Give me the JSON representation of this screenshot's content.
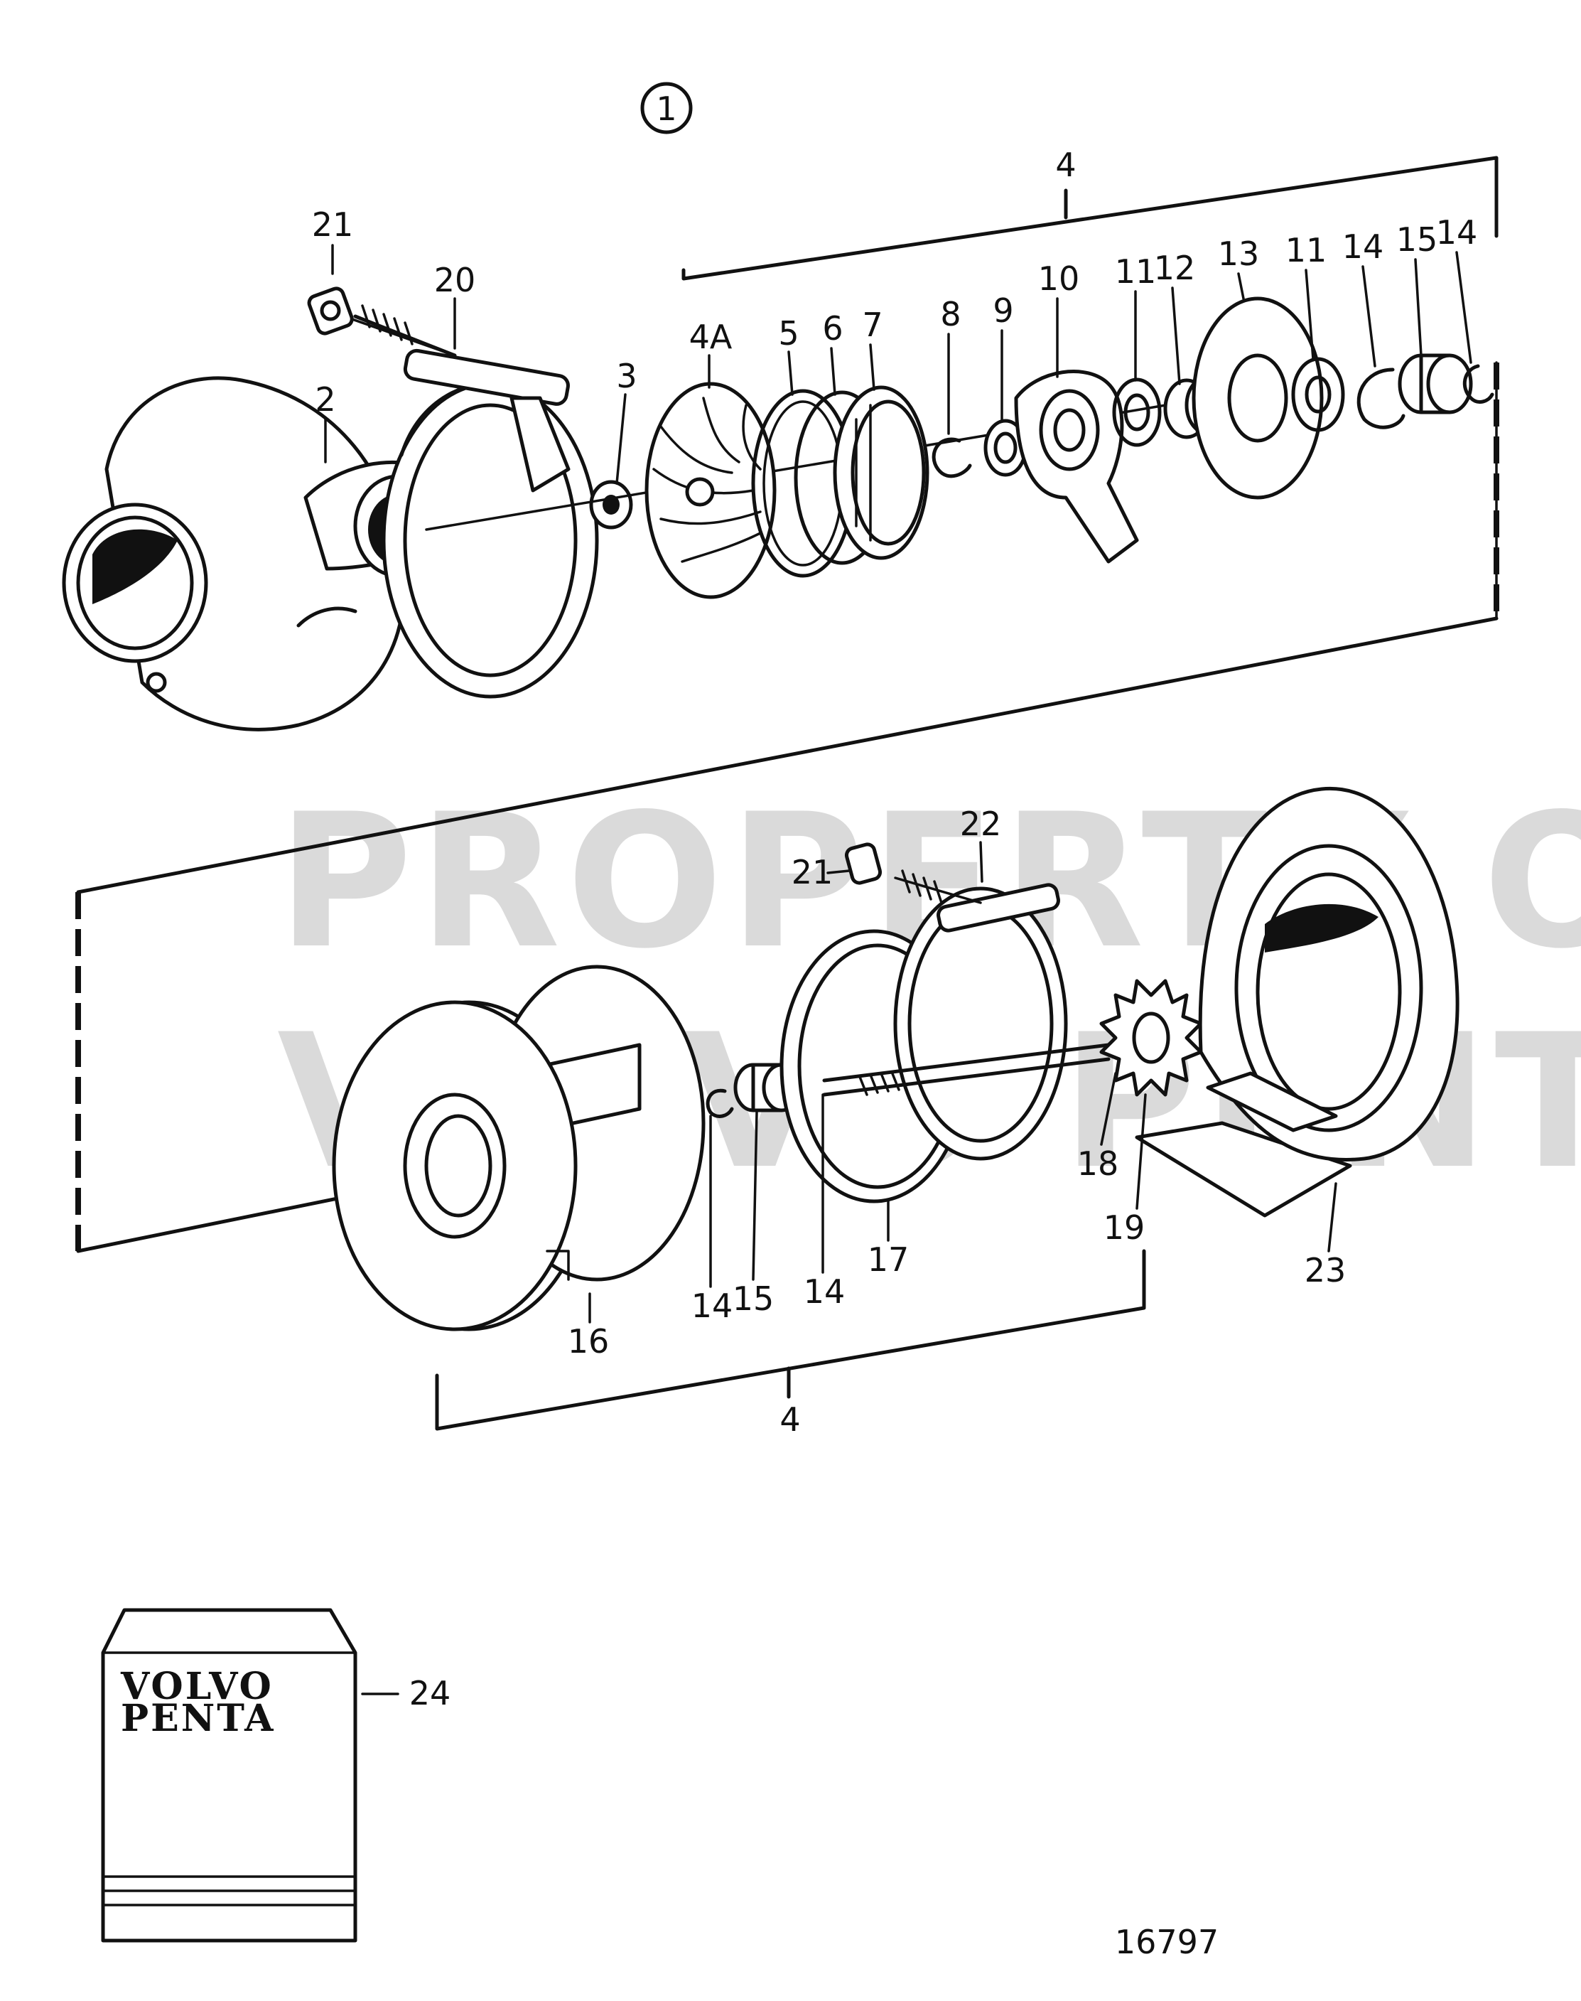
{
  "figure": {
    "view_number": "1",
    "drawing_number": "16797",
    "watermark": [
      "PROPERTY OF",
      "VOLVO PENTA"
    ],
    "manual": {
      "brand_line1": "VOLVO",
      "brand_line2": "PENTA"
    }
  },
  "callouts": {
    "c2": "2",
    "c3": "3",
    "c4_top": "4",
    "c4a": "4A",
    "c5": "5",
    "c6": "6",
    "c7": "7",
    "c8": "8",
    "c9": "9",
    "c10": "10",
    "c11a": "11",
    "c11b": "11",
    "c12": "12",
    "c13": "13",
    "c14a": "14",
    "c14b": "14",
    "c15a": "15",
    "c20": "20",
    "c21a": "21",
    "c21b": "21",
    "c22": "22",
    "c16": "16",
    "c14c": "14",
    "c15b": "15",
    "c14d": "14",
    "c17": "17",
    "c18": "18",
    "c19": "19",
    "c23": "23",
    "c4_bottom": "4",
    "c24": "24"
  }
}
